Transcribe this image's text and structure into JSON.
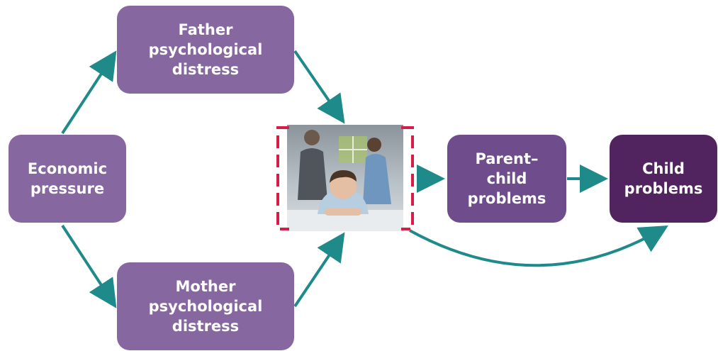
{
  "nodes": {
    "economic": "Economic\npressure",
    "father": "Father\npsychological\ndistress",
    "mother": "Mother\npsychological\ndistress",
    "parent_child": "Parent–\nchild\nproblems",
    "child": "Child\nproblems"
  },
  "photo_icon": "family-conflict-photo-icon",
  "colors": {
    "node_light": "#86679f",
    "node_mid": "#6f4c8b",
    "node_dark": "#52245f",
    "arrow": "#1f8a8a",
    "highlight_dash": "#d61d47"
  }
}
